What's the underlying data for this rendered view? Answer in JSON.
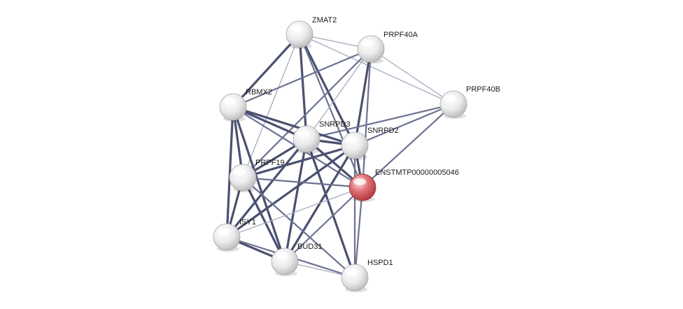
{
  "network": {
    "colors": {
      "edge_strong": "#4a5070",
      "edge_medium": "#6b7190",
      "edge_light": "#a7abbf",
      "node_default": "#e8e8e8",
      "node_query": "#d9535a"
    },
    "nodes": [
      {
        "id": "zmat2",
        "label": "ZMAT2",
        "kind": "default"
      },
      {
        "id": "prpf40a",
        "label": "PRPF40A",
        "kind": "default"
      },
      {
        "id": "prpf40b",
        "label": "PRPF40B",
        "kind": "default"
      },
      {
        "id": "rbmx2",
        "label": "RBMX2",
        "kind": "default"
      },
      {
        "id": "snrpd3",
        "label": "SNRPD3",
        "kind": "default"
      },
      {
        "id": "snrpd2",
        "label": "SNRPD2",
        "kind": "default"
      },
      {
        "id": "prpf19",
        "label": "PRPF19",
        "kind": "default"
      },
      {
        "id": "enst",
        "label": "ENSTMTP00000005046",
        "kind": "query"
      },
      {
        "id": "isy1",
        "label": "ISY1",
        "kind": "default"
      },
      {
        "id": "bud31",
        "label": "BUD31",
        "kind": "default"
      },
      {
        "id": "hspd1",
        "label": "HSPD1",
        "kind": "default"
      }
    ],
    "edges": [
      {
        "source": "zmat2",
        "target": "rbmx2",
        "strength": "strong"
      },
      {
        "source": "zmat2",
        "target": "snrpd3",
        "strength": "strong"
      },
      {
        "source": "zmat2",
        "target": "snrpd2",
        "strength": "strong"
      },
      {
        "source": "zmat2",
        "target": "prpf40a",
        "strength": "light"
      },
      {
        "source": "zmat2",
        "target": "prpf40b",
        "strength": "light"
      },
      {
        "source": "zmat2",
        "target": "prpf19",
        "strength": "light"
      },
      {
        "source": "zmat2",
        "target": "enst",
        "strength": "medium"
      },
      {
        "source": "prpf40a",
        "target": "rbmx2",
        "strength": "medium"
      },
      {
        "source": "prpf40a",
        "target": "snrpd3",
        "strength": "light"
      },
      {
        "source": "prpf40a",
        "target": "snrpd2",
        "strength": "strong"
      },
      {
        "source": "prpf40a",
        "target": "prpf40b",
        "strength": "light"
      },
      {
        "source": "prpf40a",
        "target": "prpf19",
        "strength": "medium"
      },
      {
        "source": "prpf40a",
        "target": "enst",
        "strength": "medium"
      },
      {
        "source": "prpf40b",
        "target": "snrpd3",
        "strength": "medium"
      },
      {
        "source": "prpf40b",
        "target": "snrpd2",
        "strength": "medium"
      },
      {
        "source": "prpf40b",
        "target": "enst",
        "strength": "medium"
      },
      {
        "source": "rbmx2",
        "target": "snrpd3",
        "strength": "strong"
      },
      {
        "source": "rbmx2",
        "target": "snrpd2",
        "strength": "strong"
      },
      {
        "source": "rbmx2",
        "target": "prpf19",
        "strength": "strong"
      },
      {
        "source": "rbmx2",
        "target": "isy1",
        "strength": "strong"
      },
      {
        "source": "rbmx2",
        "target": "bud31",
        "strength": "strong"
      },
      {
        "source": "rbmx2",
        "target": "enst",
        "strength": "medium"
      },
      {
        "source": "snrpd3",
        "target": "snrpd2",
        "strength": "strong"
      },
      {
        "source": "snrpd3",
        "target": "prpf19",
        "strength": "strong"
      },
      {
        "source": "snrpd3",
        "target": "enst",
        "strength": "strong"
      },
      {
        "source": "snrpd3",
        "target": "isy1",
        "strength": "strong"
      },
      {
        "source": "snrpd3",
        "target": "bud31",
        "strength": "strong"
      },
      {
        "source": "snrpd3",
        "target": "hspd1",
        "strength": "strong"
      },
      {
        "source": "snrpd2",
        "target": "prpf19",
        "strength": "strong"
      },
      {
        "source": "snrpd2",
        "target": "enst",
        "strength": "strong"
      },
      {
        "source": "snrpd2",
        "target": "isy1",
        "strength": "strong"
      },
      {
        "source": "snrpd2",
        "target": "bud31",
        "strength": "strong"
      },
      {
        "source": "snrpd2",
        "target": "hspd1",
        "strength": "medium"
      },
      {
        "source": "prpf19",
        "target": "enst",
        "strength": "medium"
      },
      {
        "source": "prpf19",
        "target": "isy1",
        "strength": "strong"
      },
      {
        "source": "prpf19",
        "target": "bud31",
        "strength": "strong"
      },
      {
        "source": "prpf19",
        "target": "hspd1",
        "strength": "medium"
      },
      {
        "source": "enst",
        "target": "isy1",
        "strength": "light"
      },
      {
        "source": "enst",
        "target": "bud31",
        "strength": "medium"
      },
      {
        "source": "enst",
        "target": "hspd1",
        "strength": "medium"
      },
      {
        "source": "isy1",
        "target": "bud31",
        "strength": "strong"
      },
      {
        "source": "isy1",
        "target": "hspd1",
        "strength": "medium"
      },
      {
        "source": "bud31",
        "target": "hspd1",
        "strength": "light"
      }
    ]
  }
}
